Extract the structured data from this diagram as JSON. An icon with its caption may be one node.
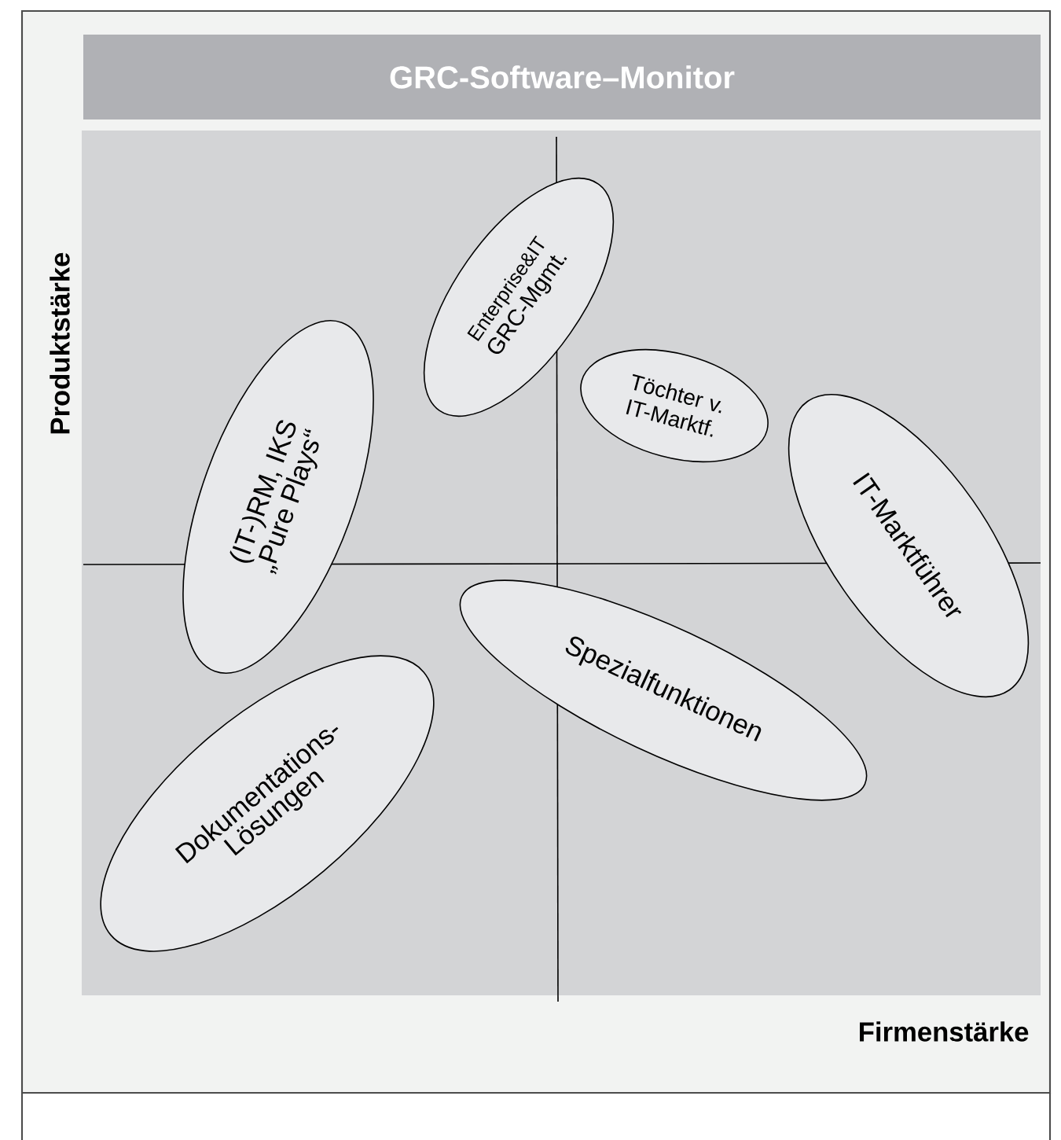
{
  "diagram": {
    "title": "GRC-Software–Monitor",
    "nodes": [
      {
        "text": [
          "Enterprise&IT",
          "GRC-Mgmt."
        ]
      },
      {
        "text": [
          "(IT-)RM, IKS „Pure Plays“"
        ]
      },
      {
        "text": [
          "Töchter v. IT-Marktf."
        ]
      },
      {
        "text": [
          "IT-Marktführer"
        ]
      },
      {
        "text": [
          "Spezialfunktionen"
        ]
      },
      {
        "text": [
          "Dokumentations-Lösungen"
        ]
      }
    ],
    "labels": [
      "Produktstärke",
      "Firmenstärke"
    ]
  }
}
